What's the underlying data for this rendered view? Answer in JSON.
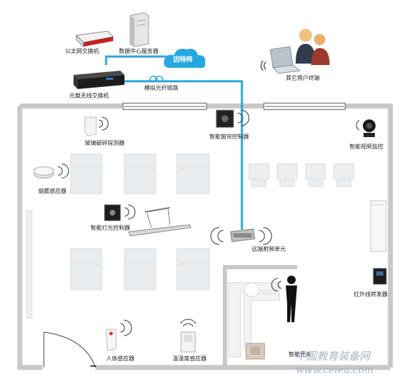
{
  "top": {
    "ethernet_switch": "以太网交换机",
    "data_center_server": "数据中心服务器",
    "internet": "因特网",
    "optical_wireless_switch": "光载无线交换机",
    "rof_link": "模拟光纤链路",
    "other_terminals": "其它用户终端"
  },
  "devices": {
    "glass_break_detector": "玻璃破碎探测器",
    "smart_window_controller": "智能窗帘控制器",
    "smart_video_monitor": "智能视频监控",
    "smoke_detector": "烟雾感应器",
    "smart_light_controller": "智能灯光控制器",
    "remote_rf_unit": "远端射频单元",
    "ir_repeater": "红外线转发器",
    "human_sensor": "人体感应器",
    "temp_humidity_sensor": "温湿度感应器",
    "smart_switch": "智能开关"
  },
  "watermark": {
    "cn": "中国教育装备网",
    "url": "www.ceiea.com"
  },
  "colors": {
    "fiber_line": "#2aa6d8",
    "cloud": "#28a8e0",
    "wall": "#c9c9c9",
    "furniture": "#e9ecee"
  }
}
